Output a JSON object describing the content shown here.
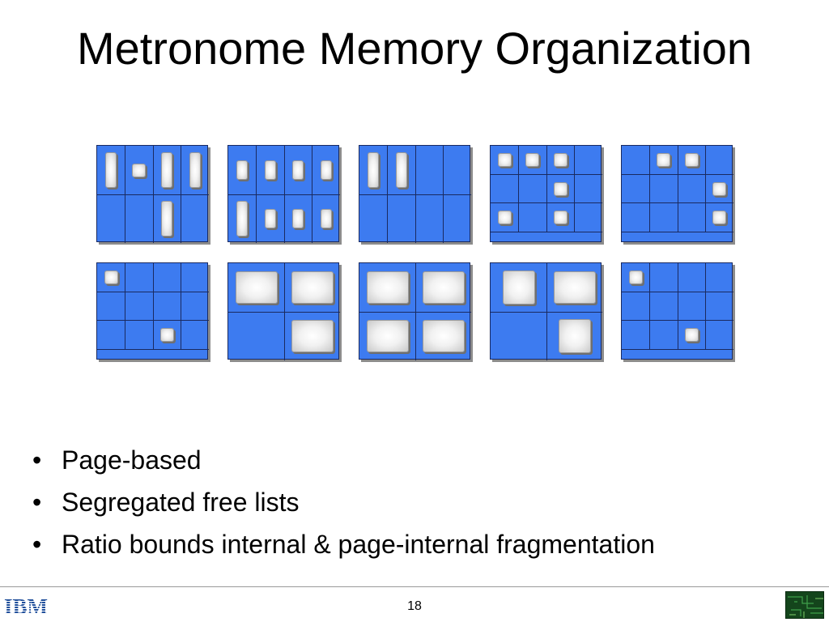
{
  "slide": {
    "title": "Metronome Memory Organization",
    "bullets": [
      "Page-based",
      "Segregated free lists",
      "Ratio bounds internal & page-internal fragmentation"
    ],
    "bullet_glyph": "•",
    "page_number": "18",
    "logo": "IBM",
    "logo_color": "#1f4e9a",
    "page_color": "#3d7bf0",
    "grid_line_color": "#1a2a60"
  },
  "memory_pages": [
    {
      "cols": 4,
      "rows": 2,
      "footer": false,
      "objects": [
        {
          "c": 0,
          "r": 0,
          "kind": "tall"
        },
        {
          "c": 1,
          "r": 0,
          "kind": "small"
        },
        {
          "c": 2,
          "r": 0,
          "kind": "tall"
        },
        {
          "c": 3,
          "r": 0,
          "kind": "tall"
        },
        {
          "c": 2,
          "r": 1,
          "kind": "tall"
        }
      ]
    },
    {
      "cols": 4,
      "rows": 2,
      "footer": false,
      "objects": [
        {
          "c": 0,
          "r": 0,
          "kind": "mid"
        },
        {
          "c": 1,
          "r": 0,
          "kind": "mid"
        },
        {
          "c": 2,
          "r": 0,
          "kind": "mid"
        },
        {
          "c": 3,
          "r": 0,
          "kind": "mid"
        },
        {
          "c": 0,
          "r": 1,
          "kind": "tall"
        },
        {
          "c": 1,
          "r": 1,
          "kind": "mid"
        },
        {
          "c": 2,
          "r": 1,
          "kind": "mid"
        },
        {
          "c": 3,
          "r": 1,
          "kind": "mid"
        }
      ]
    },
    {
      "cols": 4,
      "rows": 2,
      "footer": false,
      "objects": [
        {
          "c": 0,
          "r": 0,
          "kind": "tall"
        },
        {
          "c": 1,
          "r": 0,
          "kind": "tall"
        }
      ]
    },
    {
      "cols": 4,
      "rows": 3,
      "footer": true,
      "objects": [
        {
          "c": 0,
          "r": 0,
          "kind": "small"
        },
        {
          "c": 1,
          "r": 0,
          "kind": "small"
        },
        {
          "c": 2,
          "r": 0,
          "kind": "small"
        },
        {
          "c": 2,
          "r": 1,
          "kind": "small"
        },
        {
          "c": 0,
          "r": 2,
          "kind": "small"
        },
        {
          "c": 2,
          "r": 2,
          "kind": "small"
        }
      ]
    },
    {
      "cols": 4,
      "rows": 3,
      "footer": true,
      "objects": [
        {
          "c": 1,
          "r": 0,
          "kind": "small"
        },
        {
          "c": 2,
          "r": 0,
          "kind": "small"
        },
        {
          "c": 3,
          "r": 1,
          "kind": "small"
        },
        {
          "c": 3,
          "r": 2,
          "kind": "small"
        }
      ]
    },
    {
      "cols": 4,
      "rows": 3,
      "footer": true,
      "objects": [
        {
          "c": 0,
          "r": 0,
          "kind": "small"
        },
        {
          "c": 2,
          "r": 2,
          "kind": "small"
        }
      ]
    },
    {
      "cols": 2,
      "rows": 2,
      "footer": false,
      "objects": [
        {
          "c": 0,
          "r": 0,
          "kind": "big"
        },
        {
          "c": 1,
          "r": 0,
          "kind": "big"
        },
        {
          "c": 1,
          "r": 1,
          "kind": "big"
        }
      ]
    },
    {
      "cols": 2,
      "rows": 2,
      "footer": false,
      "objects": [
        {
          "c": 0,
          "r": 0,
          "kind": "big"
        },
        {
          "c": 1,
          "r": 0,
          "kind": "big"
        },
        {
          "c": 0,
          "r": 1,
          "kind": "big"
        },
        {
          "c": 1,
          "r": 1,
          "kind": "big"
        }
      ]
    },
    {
      "cols": 2,
      "rows": 2,
      "footer": false,
      "objects": [
        {
          "c": 0,
          "r": 0,
          "kind": "big-narrow"
        },
        {
          "c": 1,
          "r": 0,
          "kind": "big"
        },
        {
          "c": 1,
          "r": 1,
          "kind": "big-narrow"
        }
      ]
    },
    {
      "cols": 4,
      "rows": 3,
      "footer": true,
      "objects": [
        {
          "c": 0,
          "r": 0,
          "kind": "small"
        },
        {
          "c": 2,
          "r": 2,
          "kind": "small"
        }
      ]
    }
  ]
}
